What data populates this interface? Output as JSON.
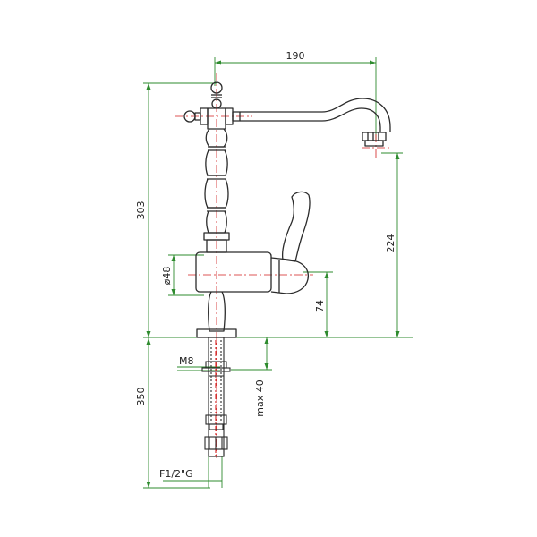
{
  "dimensions": {
    "spout_reach": "190",
    "total_height": "303",
    "spout_height": "224",
    "body_diameter": "ø48",
    "body_height": "74",
    "hose_length": "350",
    "stud_thread": "M8",
    "max_thickness": "max 40",
    "hose_connection": "F1/2\"G"
  },
  "colors": {
    "outline": "#2b2b2b",
    "dimension": "#2e8b2e",
    "centerline": "#d21f1f",
    "background": "#ffffff"
  }
}
